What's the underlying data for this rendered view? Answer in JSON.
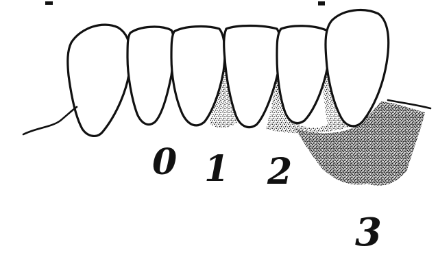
{
  "diagram": {
    "labels": [
      "0",
      "1",
      "2",
      "3"
    ],
    "colors": {
      "ink": "#111111",
      "background": "#ffffff",
      "stipple": "#1a1a1a"
    }
  }
}
